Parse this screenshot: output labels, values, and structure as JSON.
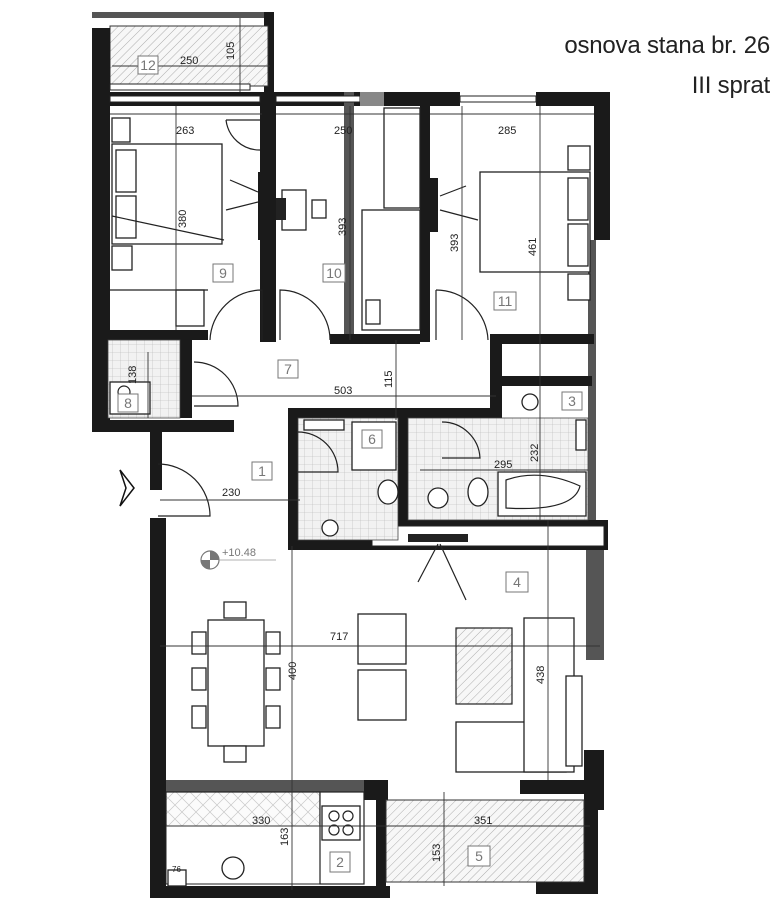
{
  "header": {
    "title": "osnova stana br. 26",
    "floor": "III sprat"
  },
  "level_mark": "+10.48",
  "rooms": [
    "12",
    "9",
    "10",
    "11",
    "7",
    "8",
    "3",
    "1",
    "6",
    "4",
    "2",
    "5"
  ],
  "dimensions": {
    "d250_top": "250",
    "d105": "105",
    "d263": "263",
    "d250_mid": "250",
    "d285": "285",
    "d380": "380",
    "d393_a": "393",
    "d393_b": "393",
    "d461": "461",
    "d503": "503",
    "d115": "115",
    "d138": "138",
    "d230": "230",
    "d295": "295",
    "d232": "232",
    "d717": "717",
    "d400": "400",
    "d438": "438",
    "d330": "330",
    "d163": "163",
    "d351": "351",
    "d153": "153",
    "d76": "76"
  }
}
